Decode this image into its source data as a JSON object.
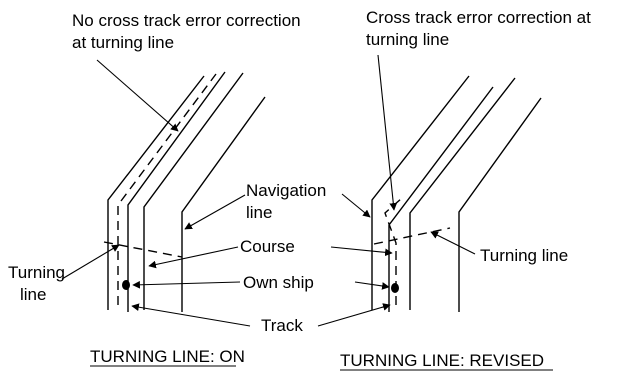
{
  "left_panel": {
    "caption": "TURNING LINE: ON",
    "note_line1": "No cross track error correction",
    "note_line2": "at turning line"
  },
  "right_panel": {
    "caption": "TURNING LINE: REVISED",
    "note_line1": "Cross track error correction at",
    "note_line2": "turning line"
  },
  "labels": {
    "navigation_line_1": "Navigation",
    "navigation_line_2": "line",
    "course": "Course",
    "own_ship": "Own ship",
    "track": "Track",
    "turning_line_left_1": "Turning",
    "turning_line_left_2": "line",
    "turning_line_right": "Turning line"
  }
}
